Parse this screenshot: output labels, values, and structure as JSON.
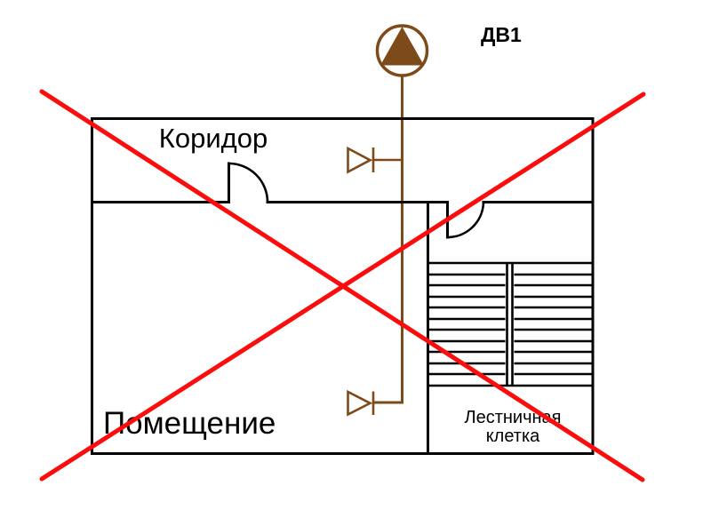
{
  "colors": {
    "background": "#ffffff",
    "wall": "#000000",
    "duct": "#7d4a1a",
    "cross": "#fa0d0c",
    "label": "#000000"
  },
  "labels": {
    "fan_tag": "ДВ1",
    "corridor": "Коридор",
    "room": "Помещение",
    "staircase_line1": "Лестничная",
    "staircase_line2": "клетка"
  },
  "icons": {
    "fan": "exhaust-fan-icon",
    "fire_damper_top": "fire-damper-valve-icon",
    "fire_damper_bottom": "fire-damper-valve-icon",
    "door_corridor": "door-swing-arc",
    "door_staircase": "door-swing-arc",
    "cross_mark": "red-x-cross-out"
  }
}
